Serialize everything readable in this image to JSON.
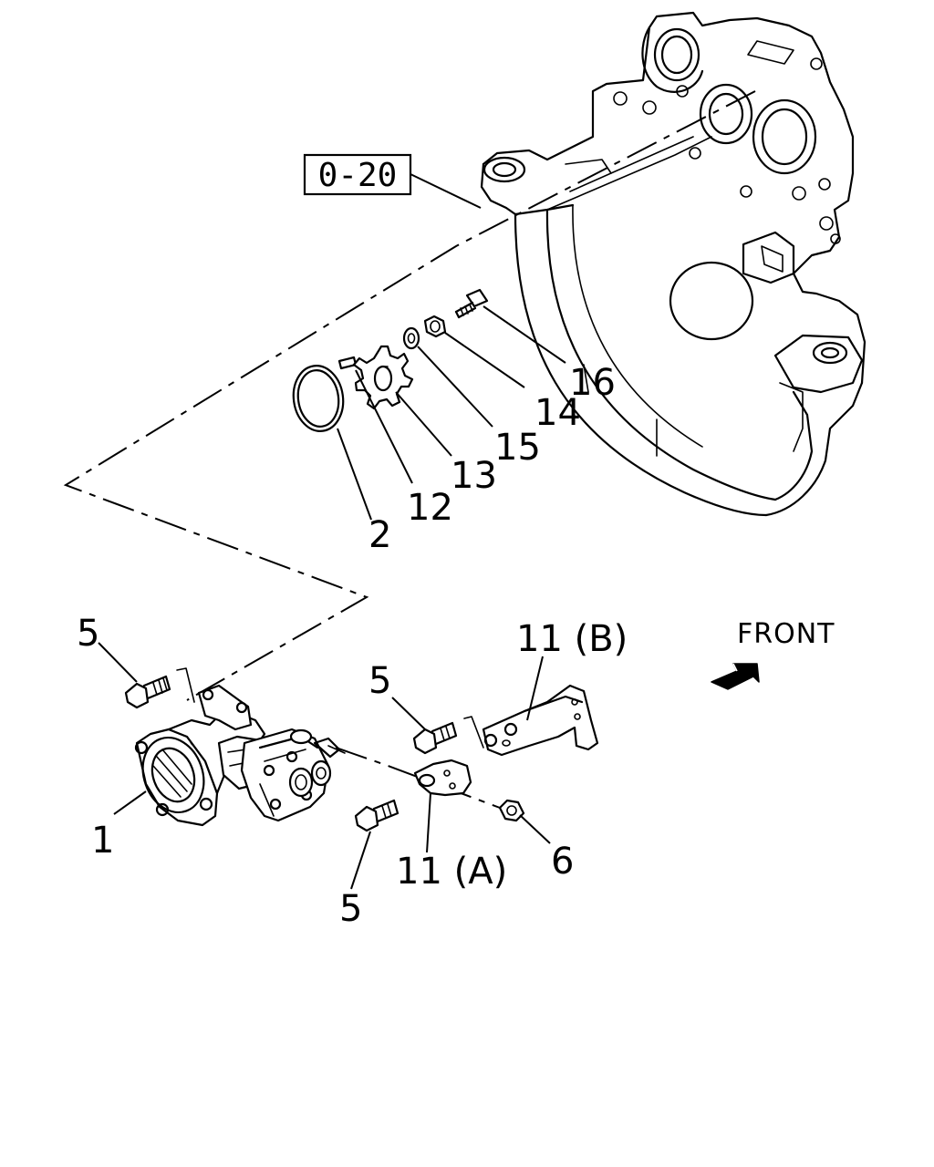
{
  "reference": {
    "label": "0-20"
  },
  "front_label": "FRONT",
  "callouts": {
    "c2": "2",
    "c12": "12",
    "c13": "13",
    "c15": "15",
    "c14": "14",
    "c16": "16",
    "c5a": "5",
    "c5b": "5",
    "c5c": "5",
    "c1": "1",
    "c11a": "11 (A)",
    "c11b": "11 (B)",
    "c6": "6"
  },
  "icons": {
    "front_arrow": "front-arrow-icon"
  }
}
